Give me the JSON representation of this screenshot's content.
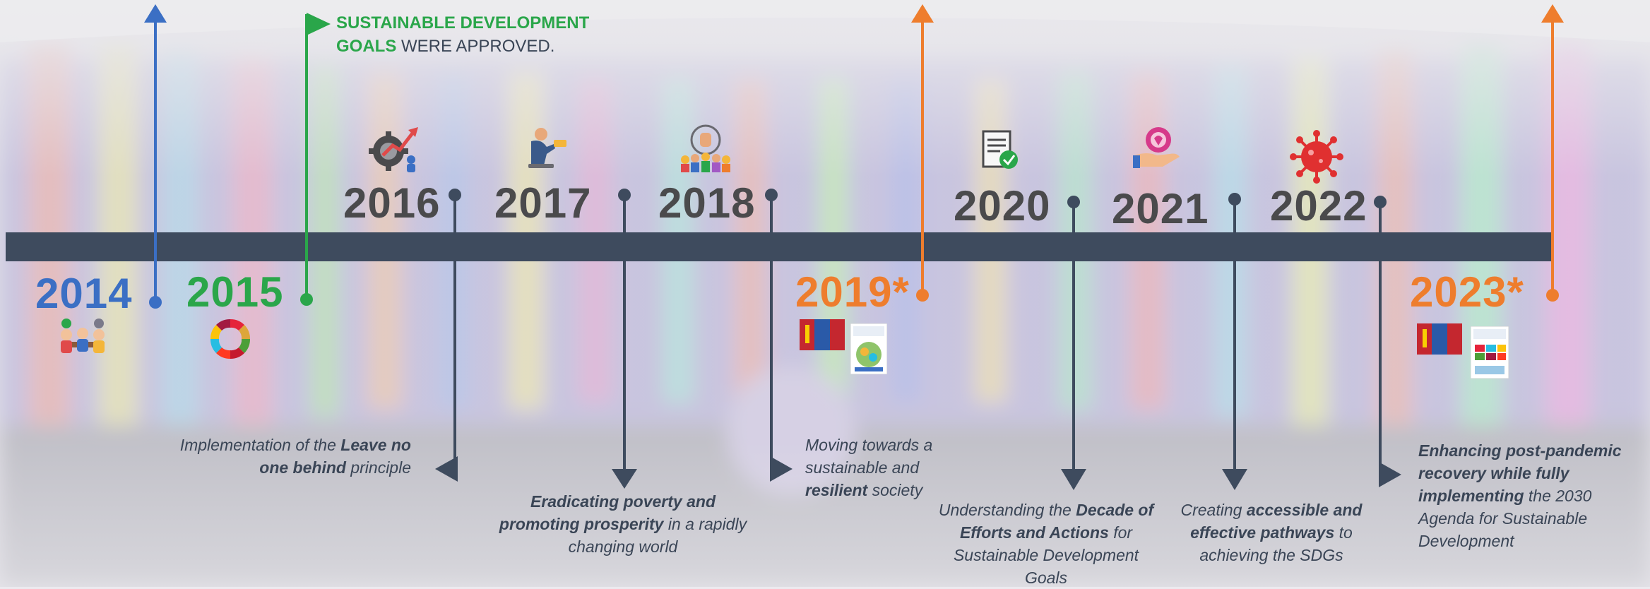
{
  "header": {
    "title_bold_1": "SUSTAINABLE DEVELOPMENT",
    "title_bold_2": "GOALS",
    "title_rest": " WERE APPROVED."
  },
  "colors": {
    "blue": "#3b6fc4",
    "green": "#2aa64a",
    "orange": "#ee7d2d",
    "slate": "#3a4556",
    "bar": "#3e4b5e"
  },
  "years": {
    "y2014": "2014",
    "y2015": "2015",
    "y2016": "2016",
    "y2017": "2017",
    "y2018": "2018",
    "y2019": "2019*",
    "y2020": "2020",
    "y2021": "2021",
    "y2022": "2022",
    "y2023": "2023*"
  },
  "captions": {
    "c2016": {
      "a": "Implementation of the ",
      "b": "Leave no one behind",
      "c": " principle"
    },
    "c2017": {
      "a": "",
      "b": "Eradicating poverty and promoting prosperity",
      "c": " in a rapidly changing world"
    },
    "c2018": {
      "a": "Moving towards a sustainable and ",
      "b": "resilient",
      "c": " society"
    },
    "c2020": {
      "a": "Understanding the ",
      "b": "Decade of Efforts and Actions",
      "c": " for Sustainable Development Goals"
    },
    "c2021": {
      "a": "Creating ",
      "b": "accessible and effective pathways",
      "c": " to achieving the SDGs"
    },
    "c2022": {
      "a": "",
      "b": "Enhancing post-pandemic recovery while fully implementing",
      "c": " the 2030 Agenda for Sustainable Development"
    }
  },
  "icons": {
    "y2014": "meeting-people-icon",
    "y2015": "sdg-wheel-icon",
    "y2016": "gear-growth-icon",
    "y2017": "person-working-icon",
    "y2018": "raised-fist-crowd-icon",
    "y2019_flag": "mongolia-flag-icon",
    "y2019_doc": "report-cover-icon",
    "y2020": "document-check-icon",
    "y2021": "hand-heart-icon",
    "y2022": "virus-icon",
    "y2023_flag": "mongolia-flag-icon",
    "y2023_doc": "report-cover-icon"
  }
}
